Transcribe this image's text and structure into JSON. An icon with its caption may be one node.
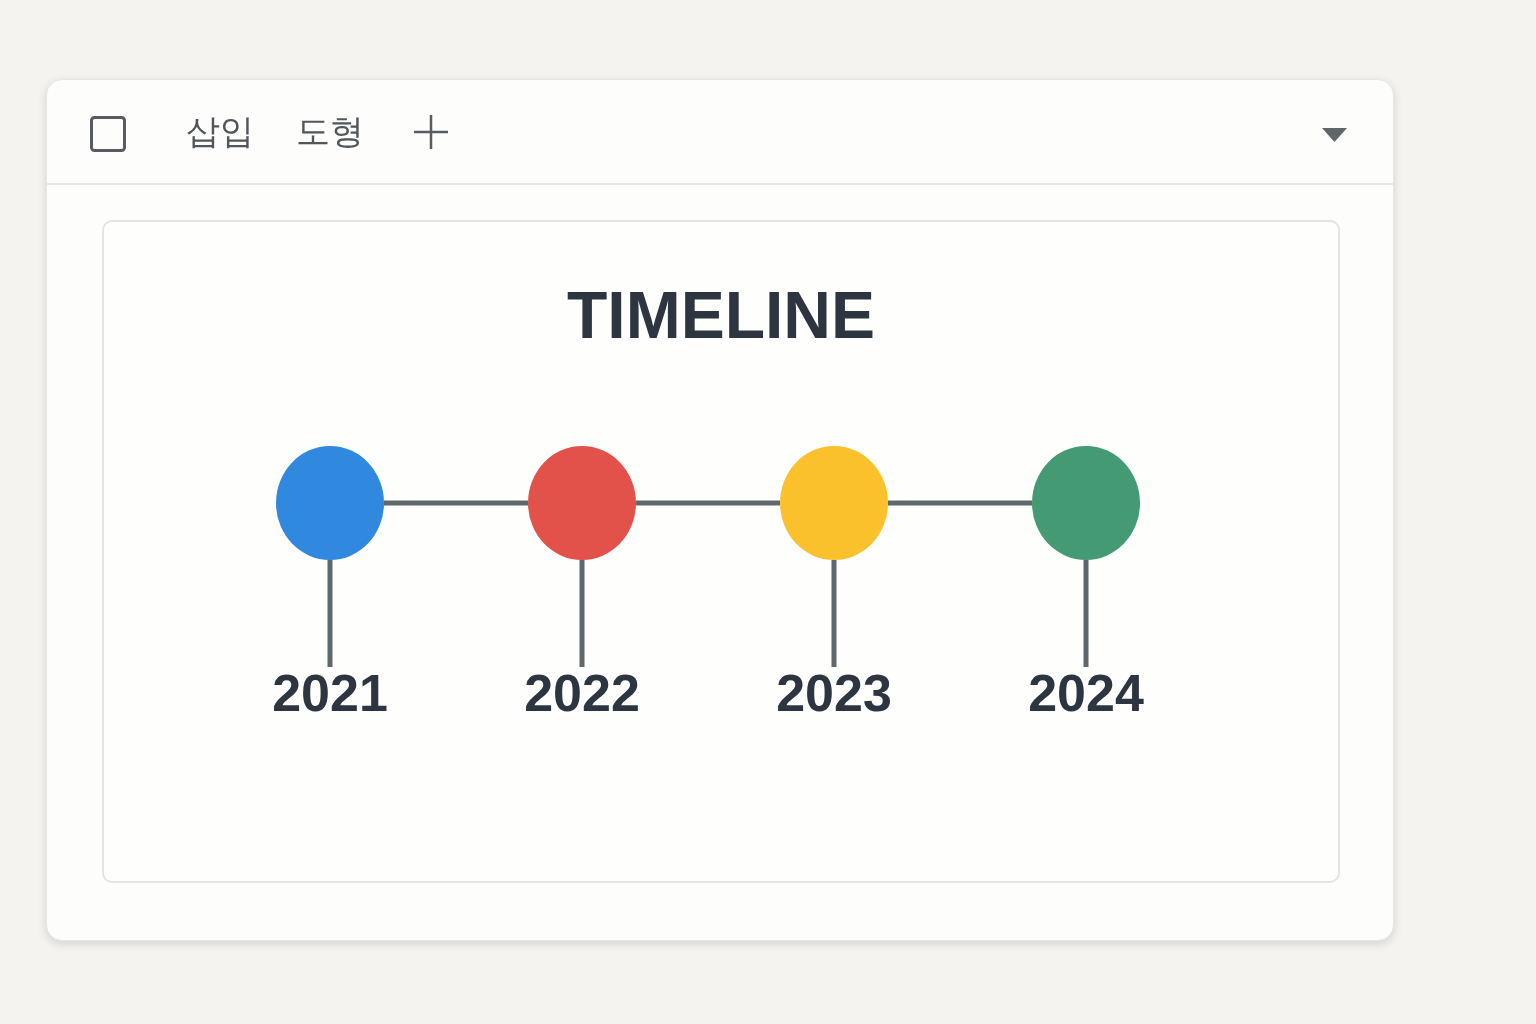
{
  "diagram": {
    "title": "TIMELINE",
    "nodes": [
      {
        "text": [],
        "shape": "circle"
      },
      {
        "text": [],
        "shape": "circle"
      },
      {
        "text": [],
        "shape": "circle"
      },
      {
        "text": [],
        "shape": "circle"
      },
      {
        "text": [
          "2021"
        ]
      },
      {
        "text": [
          "2022"
        ]
      },
      {
        "text": [
          "2023"
        ]
      },
      {
        "text": [
          "2024"
        ]
      }
    ],
    "edges": [
      {
        "from": 0,
        "to": 1,
        "arrow": "none"
      },
      {
        "from": 1,
        "to": 2,
        "arrow": "none"
      },
      {
        "from": 2,
        "to": 3,
        "arrow": "none"
      },
      {
        "from": 0,
        "to": 4,
        "arrow": "none"
      },
      {
        "from": 1,
        "to": 5,
        "arrow": "none"
      },
      {
        "from": 2,
        "to": 6,
        "arrow": "none"
      },
      {
        "from": 3,
        "to": 7,
        "arrow": "none"
      }
    ],
    "labels": [
      "삽입",
      "도형"
    ]
  }
}
